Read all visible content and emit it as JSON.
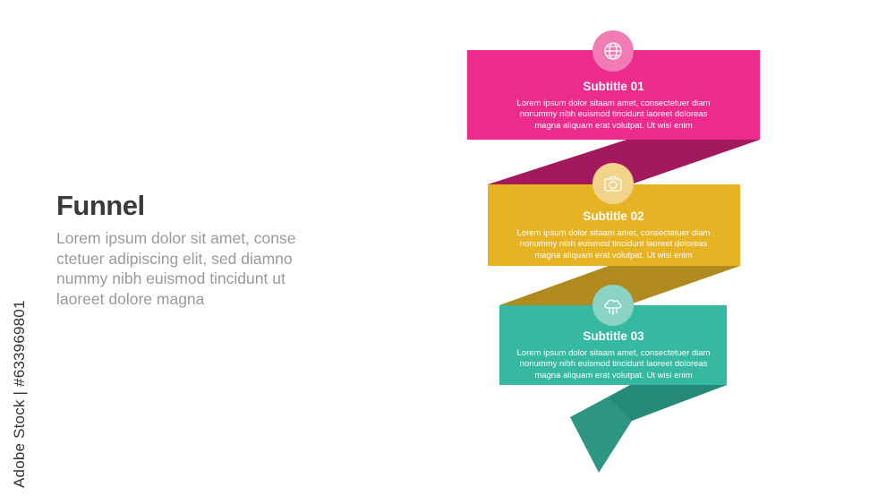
{
  "heading": {
    "title": "Funnel",
    "description": "Lorem ipsum dolor sit amet, conse ctetuer adipiscing elit, sed diamno nummy nibh euismod tincidunt ut laoreet dolore magna"
  },
  "side_text": "Adobe Stock | #633969801",
  "steps": [
    {
      "subtitle": "Subtitle 01",
      "body": "Lorem ipsum dolor sitaam amet, consectetuer diam nonummy nibh euismod tincidunt laoreet doloreas magna aliquam erat volutpat. Ut wisi enim",
      "icon": "globe-icon",
      "color": "#ec2c8c"
    },
    {
      "subtitle": "Subtitle 02",
      "body": "Lorem ipsum dolor sitaam amet, consectetuer diam nonummy nibh euismod tincidunt laoreet doloreas magna aliquam erat volutpat. Ut wisi enim",
      "icon": "camera-icon",
      "color": "#e6b325"
    },
    {
      "subtitle": "Subtitle 03",
      "body": "Lorem ipsum dolor sitaam amet, consectetuer diam nonummy nibh euismod tincidunt laoreet doloreas magna aliquam erat volutpat. Ut wisi enim",
      "icon": "cloud-network-icon",
      "color": "#36b8a1"
    }
  ],
  "colors": {
    "pink_shadow": "#a21a5d",
    "gold_shadow": "#b08a1c",
    "teal_shadow": "#258a77",
    "tail": "#2e9680"
  }
}
